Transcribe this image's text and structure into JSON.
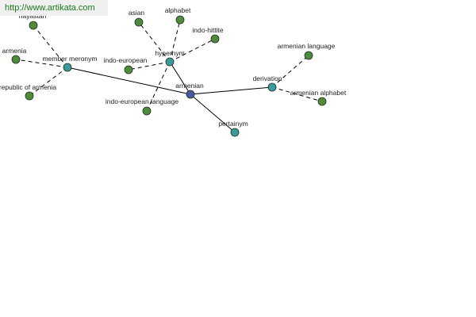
{
  "watermark": {
    "text": "http://www.artikata.com"
  },
  "colors": {
    "center": "#4a5a9e",
    "relation": "#3a9a9a",
    "leaf": "#4f8a3f",
    "edge": "#000000"
  },
  "graph": {
    "nodes": [
      {
        "id": "armenian",
        "label": "armenian",
        "kind": "center"
      },
      {
        "id": "member-meronym",
        "label": "member meronym",
        "kind": "relation"
      },
      {
        "id": "hypernym",
        "label": "hypernym",
        "kind": "relation"
      },
      {
        "id": "derivation",
        "label": "derivation",
        "kind": "relation"
      },
      {
        "id": "pertainym",
        "label": "pertainym",
        "kind": "relation"
      },
      {
        "id": "hayastan",
        "label": "hayastan",
        "kind": "leaf"
      },
      {
        "id": "armenia",
        "label": "armenia",
        "kind": "leaf"
      },
      {
        "id": "republic-of-armenia",
        "label": "republic of armenia",
        "kind": "leaf"
      },
      {
        "id": "asian",
        "label": "asian",
        "kind": "leaf"
      },
      {
        "id": "alphabet",
        "label": "alphabet",
        "kind": "leaf"
      },
      {
        "id": "indo-hittite",
        "label": "indo-hittite",
        "kind": "leaf"
      },
      {
        "id": "indo-european",
        "label": "indo-european",
        "kind": "leaf"
      },
      {
        "id": "indo-european-language",
        "label": "indo-european language",
        "kind": "leaf"
      },
      {
        "id": "armenian-language",
        "label": "armenian language",
        "kind": "leaf"
      },
      {
        "id": "armenian-alphabet",
        "label": "armenian alphabet",
        "kind": "leaf"
      }
    ],
    "edges": [
      {
        "from": "armenian",
        "to": "member-meronym",
        "style": "solid"
      },
      {
        "from": "armenian",
        "to": "hypernym",
        "style": "solid"
      },
      {
        "from": "armenian",
        "to": "derivation",
        "style": "solid"
      },
      {
        "from": "armenian",
        "to": "pertainym",
        "style": "solid"
      },
      {
        "from": "member-meronym",
        "to": "hayastan",
        "style": "dashed"
      },
      {
        "from": "member-meronym",
        "to": "armenia",
        "style": "dashed"
      },
      {
        "from": "member-meronym",
        "to": "republic-of-armenia",
        "style": "dashed"
      },
      {
        "from": "hypernym",
        "to": "asian",
        "style": "dashed"
      },
      {
        "from": "hypernym",
        "to": "alphabet",
        "style": "dashed"
      },
      {
        "from": "hypernym",
        "to": "indo-hittite",
        "style": "dashed"
      },
      {
        "from": "hypernym",
        "to": "indo-european",
        "style": "dashed"
      },
      {
        "from": "hypernym",
        "to": "indo-european-language",
        "style": "dashed"
      },
      {
        "from": "derivation",
        "to": "armenian-language",
        "style": "dashed"
      },
      {
        "from": "derivation",
        "to": "armenian-alphabet",
        "style": "dashed"
      }
    ]
  }
}
